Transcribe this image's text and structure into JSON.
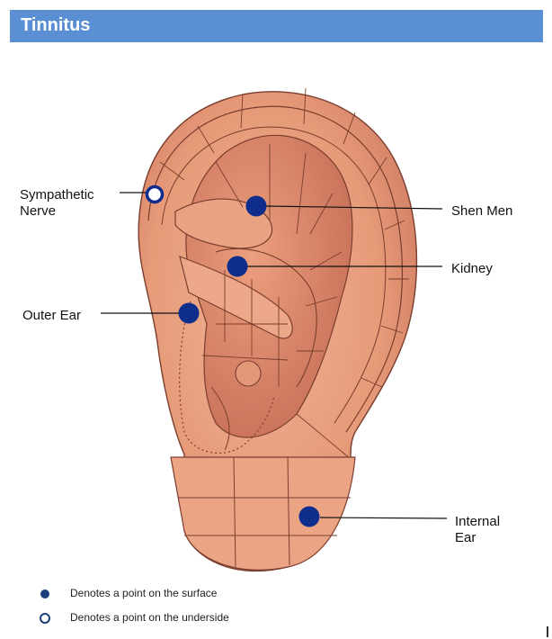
{
  "header": {
    "title": "Tinnitus"
  },
  "points": {
    "sympathetic_nerve": "Sympathetic\nNerve",
    "shen_men": "Shen Men",
    "kidney": "Kidney",
    "outer_ear": "Outer Ear",
    "internal_ear": "Internal\nEar"
  },
  "legend": {
    "surface": "Denotes a point on the surface",
    "underside": "Denotes a point on the underside"
  },
  "colors": {
    "title_bar": "#5b8fd4",
    "point": "#0f2d8c",
    "skin": "#e99c7a",
    "skin_dark": "#c9705a"
  }
}
